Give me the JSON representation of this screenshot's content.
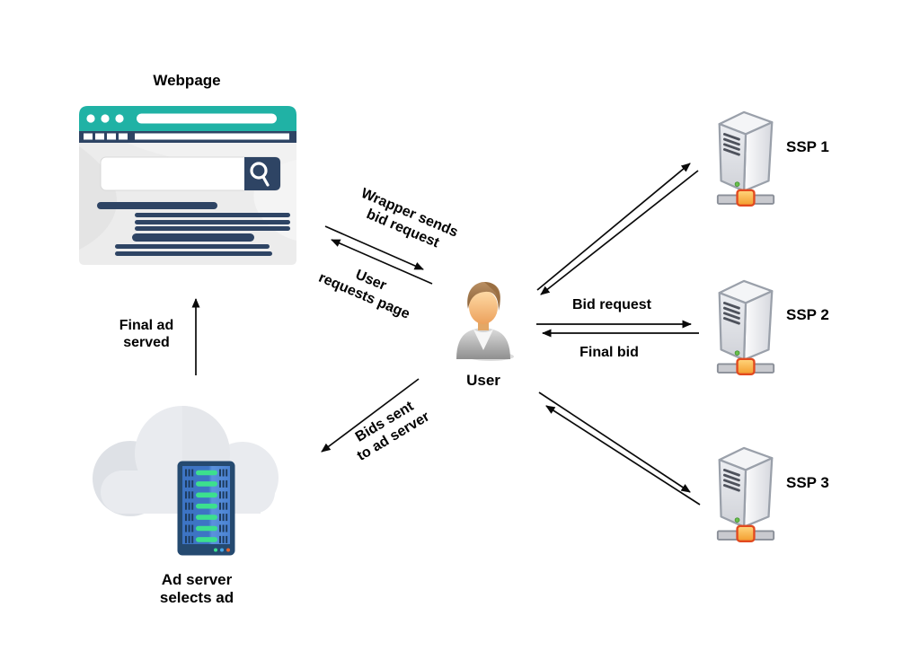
{
  "nodes": {
    "webpage": {
      "label": "Webpage"
    },
    "user": {
      "label": "User"
    },
    "ssp1": {
      "label": "SSP 1"
    },
    "ssp2": {
      "label": "SSP 2"
    },
    "ssp3": {
      "label": "SSP 3"
    },
    "ad_server": {
      "label_line1": "Ad server",
      "label_line2": "selects ad"
    }
  },
  "edges": {
    "wrapper_sends_bid_request": {
      "line1": "Wrapper sends",
      "line2": "bid request"
    },
    "user_requests_page": {
      "line1": "User",
      "line2": "requests page"
    },
    "bid_request": {
      "label": "Bid request"
    },
    "final_bid": {
      "label": "Final bid"
    },
    "final_ad_served": {
      "line1": "Final ad",
      "line2": "served"
    },
    "bids_sent_to_ad_server": {
      "line1": "Bids sent",
      "line2": "to ad server"
    }
  },
  "icons": {
    "browser": "browser-window-icon",
    "user": "person-icon",
    "ssp": "server-tower-icon",
    "ad_server": "cloud-server-rack-icon",
    "search": "magnifier-icon"
  },
  "colors": {
    "teal_header": "#20B2A5",
    "navy": "#2E4464",
    "browser_body": "#ECECEC",
    "rack_border": "#254A70",
    "rack_blue": "#3F78CC",
    "rack_green": "#3CE08E",
    "led_green": "#6ABF4B",
    "network_orange": "#F5A623",
    "network_orange_border": "#E2491F",
    "cloud_gray": "#E9EBEF",
    "arrow_black": "#0A0A0A",
    "background": "#FFFFFF"
  }
}
